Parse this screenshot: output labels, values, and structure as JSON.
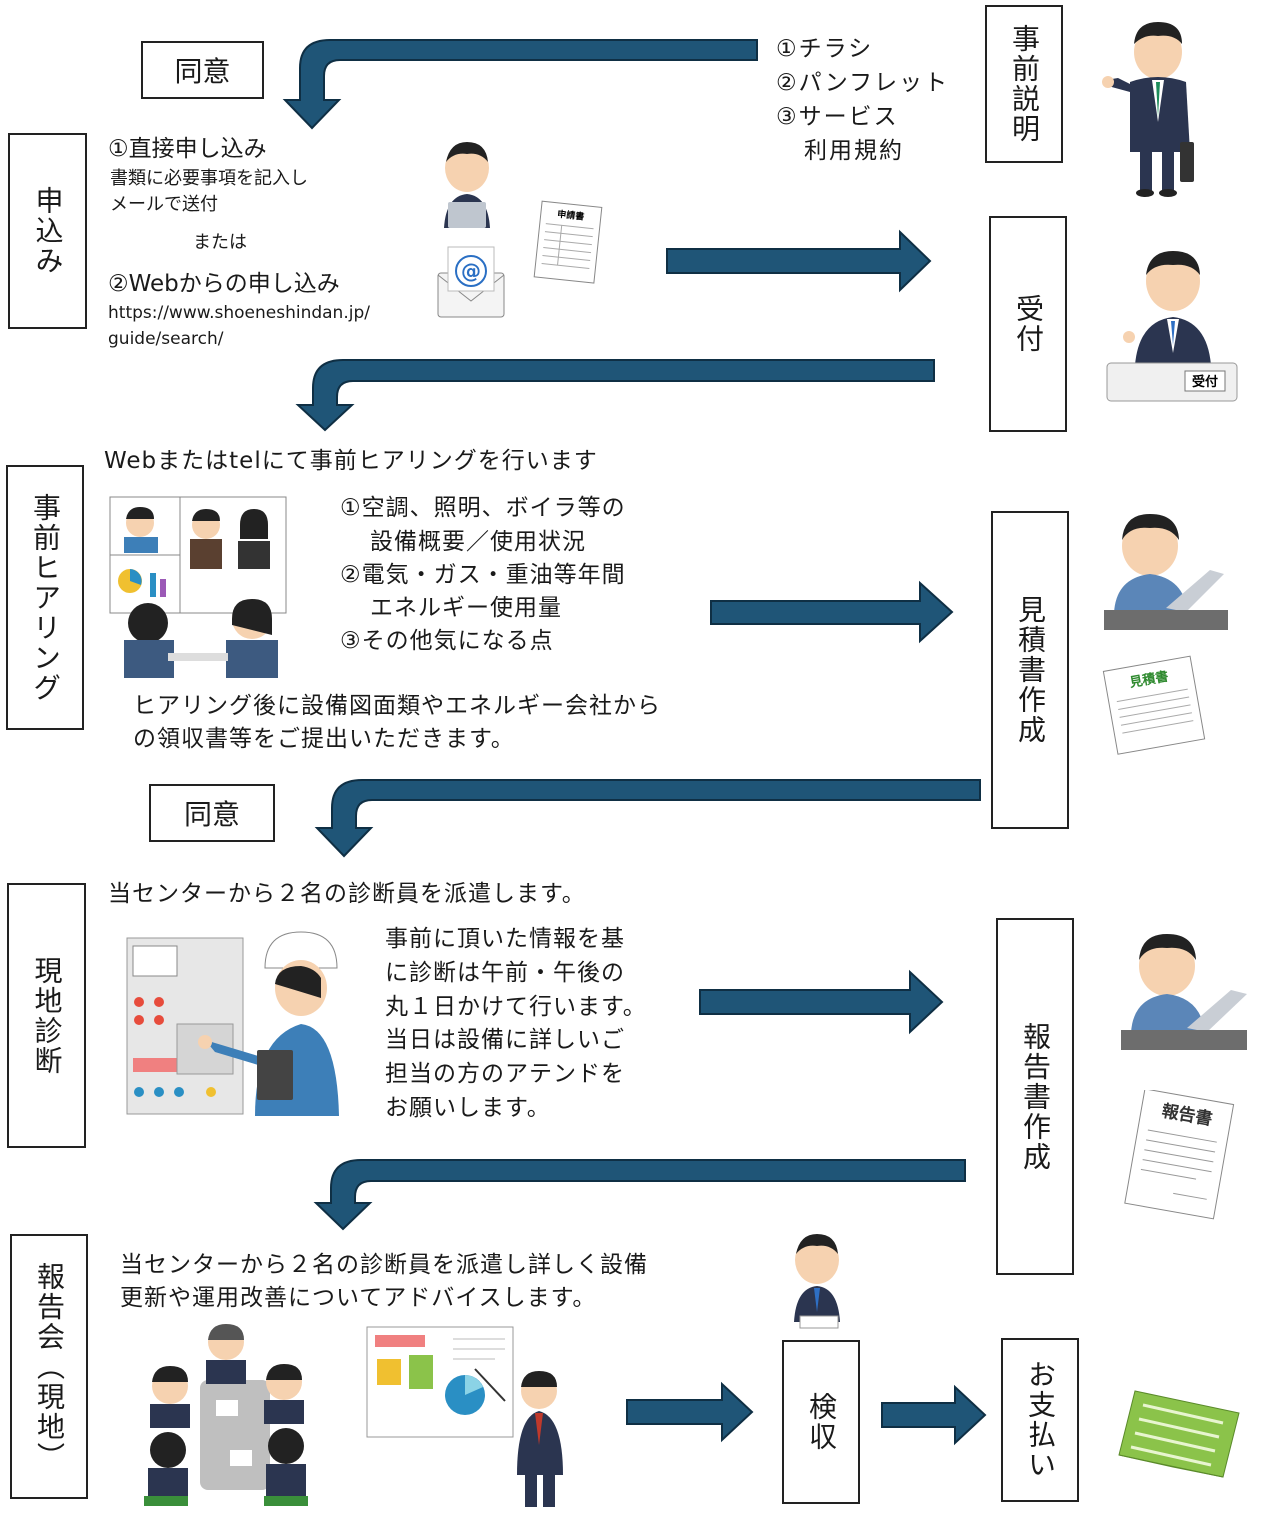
{
  "colors": {
    "arrow_fill": "#1f5577",
    "arrow_stroke": "#0f2f44"
  },
  "steps": {
    "jizen_setsumei": "事前説明",
    "uketsuke": "受付",
    "moushikomi": "申込み",
    "jizen_hearing": "事前ヒアリング",
    "mitsumori": "見積書作成",
    "genchi": "現地診断",
    "houkokusho": "報告書作成",
    "houkokukai": "報告会（現地）",
    "kenshu": "検収",
    "oshiharai": "お支払い"
  },
  "doui_1": "同意",
  "doui_2": "同意",
  "setsumei_items": [
    "①チラシ",
    "②パンフレット",
    "③サービス",
    "利用規約"
  ],
  "moushikomi_text": {
    "direct_title": "①直接申し込み",
    "direct_desc_1": "書類に必要事項を記入し",
    "direct_desc_2": "メールで送付",
    "or": "または",
    "web_title": "②Webからの申し込み",
    "url_1": "https://www.shoeneshindan.jp/",
    "url_2": "guide/search/"
  },
  "hearing_text": {
    "title": "Webまたはtelにて事前ヒアリングを行います",
    "items": [
      "①空調、照明、ボイラ等の",
      "設備概要／使用状況",
      "②電気・ガス・重油等年間",
      "エネルギー使用量",
      "③その他気になる点"
    ],
    "after_1": "ヒアリング後に設備図面類やエネルギー会社から",
    "after_2": "の領収書等をご提出いただきます。"
  },
  "genchi_text": {
    "title": "当センターから２名の診断員を派遣します。",
    "body": [
      "事前に頂いた情報を基",
      "に診断は午前・午後の",
      "丸１日かけて行います。",
      "当日は設備に詳しいご",
      "担当の方のアテンドを",
      "お願いします。"
    ]
  },
  "houkokukai_text": {
    "line_1": "当センターから２名の診断員を派遣し詳しく設備",
    "line_2": "更新や運用改善についてアドバイスします。"
  },
  "illustration_labels": {
    "form": "申請書",
    "reception": "受付",
    "estimate": "見積書",
    "report": "報告書"
  }
}
